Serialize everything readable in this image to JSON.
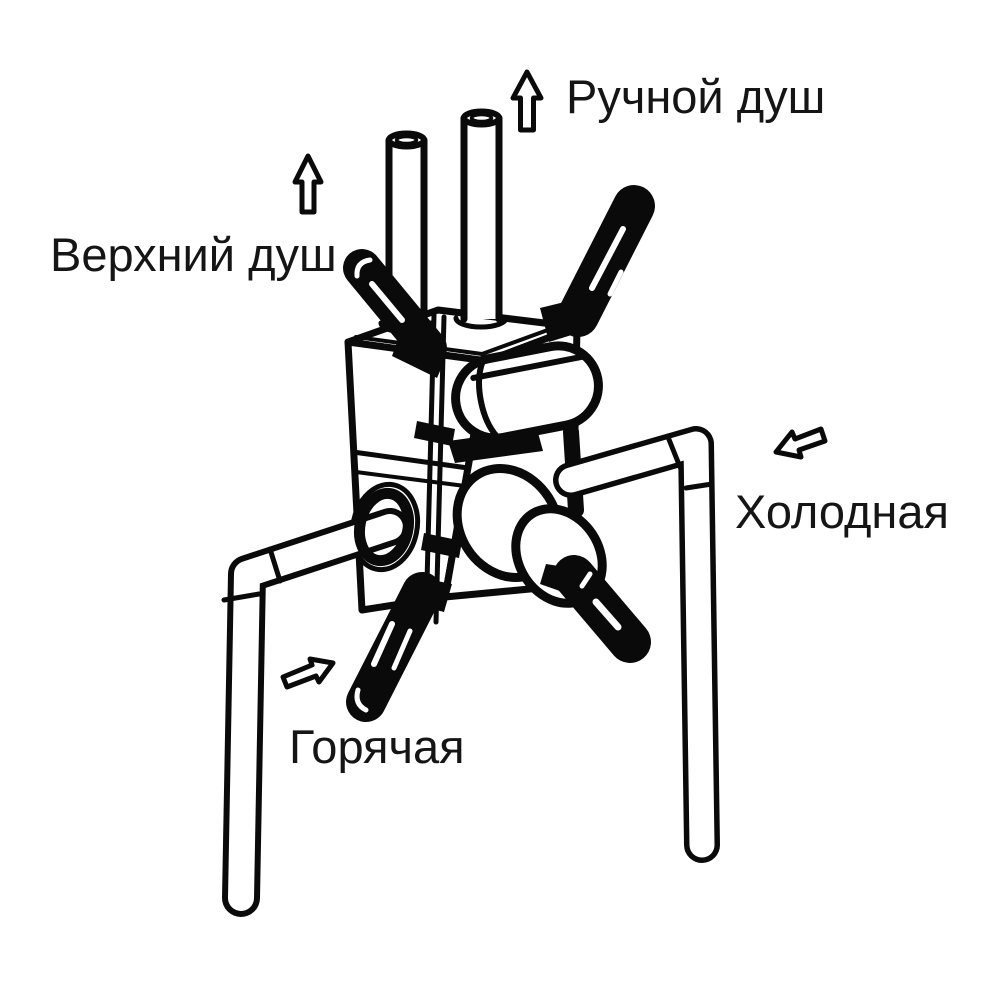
{
  "diagram": {
    "type": "plumbing-installation-diagram",
    "labels": {
      "hand_shower": "Ручной душ",
      "overhead_shower": "Верхний душ",
      "cold": "Холодная",
      "hot": "Горячая"
    },
    "colors": {
      "line": "#0a0a0a",
      "background": "#ffffff",
      "text": "#151515"
    },
    "icons": [
      "up-arrow-icon-hand-shower",
      "up-arrow-icon-overhead-shower",
      "cold-inlet-arrow-icon",
      "hot-inlet-arrow-icon"
    ]
  }
}
